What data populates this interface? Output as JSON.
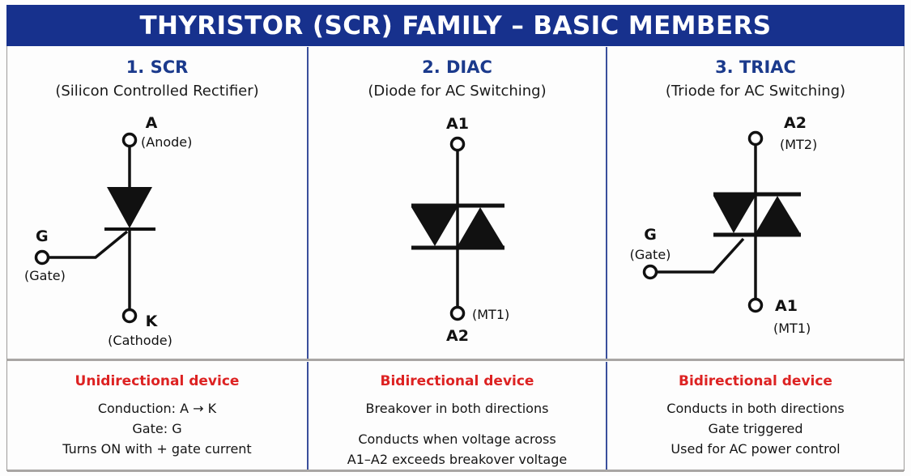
{
  "header": {
    "title": "THYRISTOR (SCR) FAMILY – BASIC MEMBERS",
    "bg_color": "#17318d",
    "text_color": "#ffffff"
  },
  "accent_colors": {
    "column_title": "#1b3a8c",
    "highlight_red": "#dd2222",
    "divider_navy": "#3a4f9c",
    "divider_gray": "#a9a6a4"
  },
  "columns": [
    {
      "title": "1. SCR",
      "subtitle": "(Silicon Controlled Rectifier)",
      "symbol": "scr-symbol",
      "terminals": [
        {
          "name": "A",
          "note": "(Anode)"
        },
        {
          "name": "G",
          "note": "(Gate)"
        },
        {
          "name": "K",
          "note": "(Cathode)"
        }
      ],
      "description": {
        "heading": "Unidirectional device",
        "lines": [
          "Conduction: A → K",
          "Gate: G",
          "Turns ON with + gate current"
        ]
      }
    },
    {
      "title": "2. DIAC",
      "subtitle": "(Diode for AC Switching)",
      "symbol": "diac-symbol",
      "terminals": [
        {
          "name": "A1",
          "note": ""
        },
        {
          "name": "A2",
          "note": "(MT1)"
        }
      ],
      "description": {
        "heading": "Bidirectional device",
        "lines": [
          "Breakover in both directions",
          "",
          "Conducts when voltage across",
          "A1–A2 exceeds breakover voltage"
        ]
      }
    },
    {
      "title": "3. TRIAC",
      "subtitle": "(Triode for AC Switching)",
      "symbol": "triac-symbol",
      "terminals": [
        {
          "name": "A2",
          "note": "(MT2)"
        },
        {
          "name": "G",
          "note": "(Gate)"
        },
        {
          "name": "A1",
          "note": "(MT1)"
        }
      ],
      "description": {
        "heading": "Bidirectional device",
        "lines": [
          "Conducts in both directions",
          "Gate triggered",
          "Used for AC power control"
        ]
      }
    }
  ]
}
